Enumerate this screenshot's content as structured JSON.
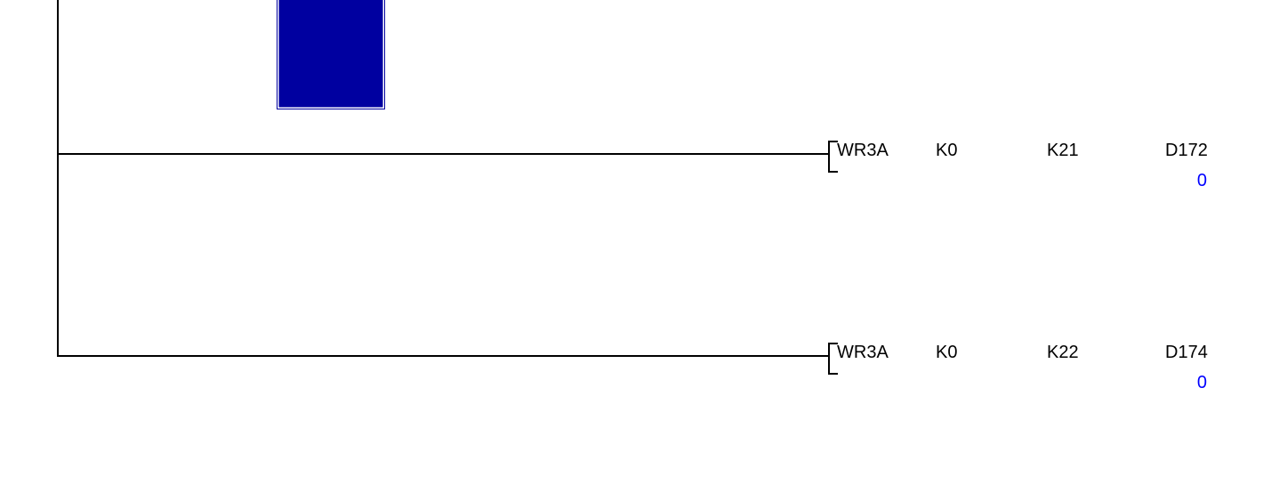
{
  "editor": {
    "background_color": "#ffffff",
    "line_color": "#000000",
    "cursor_color": "#0000a0",
    "monitor_value_color": "#0000ff"
  },
  "rungs": [
    {
      "instruction": "WR3A",
      "operand1": "K0",
      "operand2": "K21",
      "operand3": "D172",
      "monitor_value": "0"
    },
    {
      "instruction": "WR3A",
      "operand1": "K0",
      "operand2": "K22",
      "operand3": "D174",
      "monitor_value": "0"
    }
  ]
}
